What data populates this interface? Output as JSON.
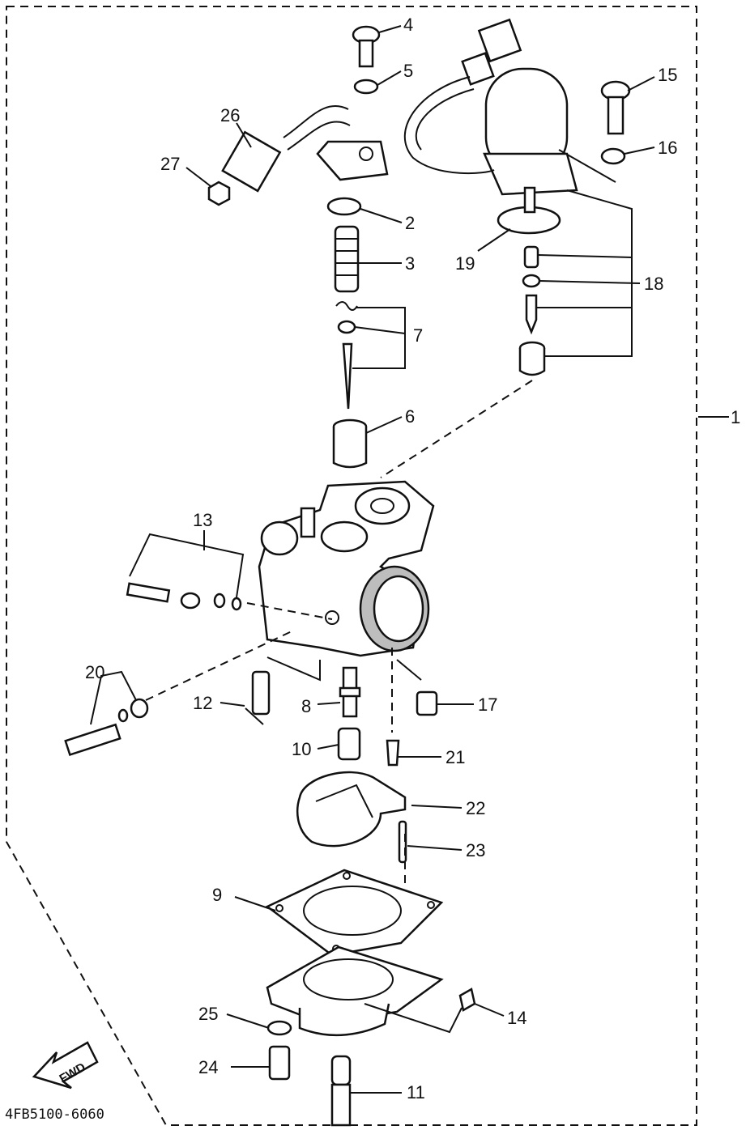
{
  "diagram": {
    "code": "4FB5100-6060",
    "fwd_text": "FWD",
    "callouts": [
      "1",
      "2",
      "3",
      "4",
      "5",
      "6",
      "7",
      "8",
      "9",
      "10",
      "11",
      "12",
      "13",
      "14",
      "15",
      "16",
      "17",
      "18",
      "19",
      "20",
      "21",
      "22",
      "23",
      "24",
      "25",
      "26",
      "27"
    ]
  }
}
